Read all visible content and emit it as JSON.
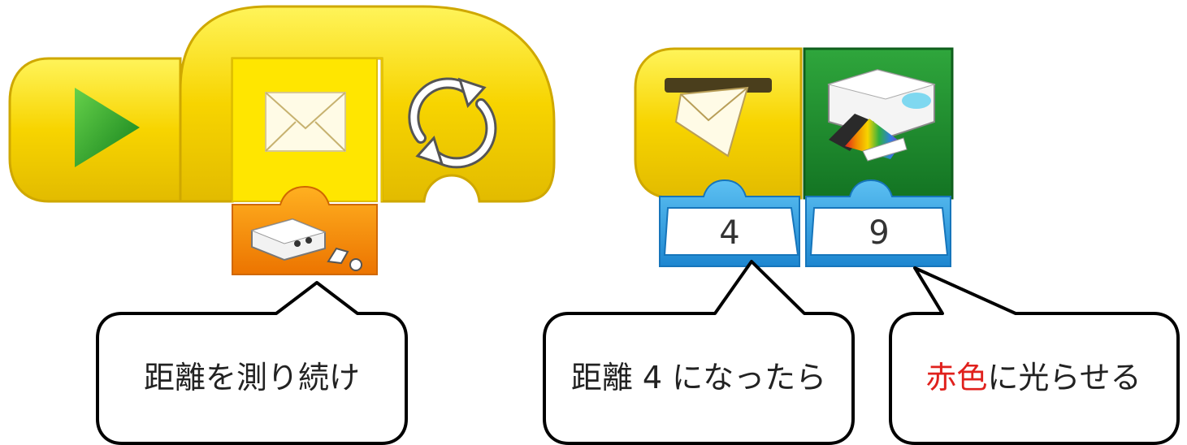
{
  "colors": {
    "block_yellow": "#f7d400",
    "block_yellow_dark": "#d9b200",
    "block_yellow_light": "#fff27a",
    "sensor_orange": "#f08a00",
    "input_blue": "#2f9be0",
    "display_green": "#1f8a2e",
    "highlight_red": "#e0211d"
  },
  "program_1": {
    "start_icon": "play-triangle",
    "loop_body_icon": "envelope",
    "loop_end_icon": "repeat-arrows",
    "sensor_icon": "distance-sensor"
  },
  "program_2": {
    "receive_icon": "envelope-in-slot",
    "display_icon": "light-color-palette",
    "receive_value": "4",
    "color_value": "9"
  },
  "callouts": [
    {
      "segments": [
        {
          "text": "距離を測り続け",
          "highlight": false
        }
      ]
    },
    {
      "segments": [
        {
          "text": "距離 4 になったら",
          "highlight": false
        }
      ]
    },
    {
      "segments": [
        {
          "text": "赤色",
          "highlight": true
        },
        {
          "text": "に光らせる",
          "highlight": false
        }
      ]
    }
  ]
}
